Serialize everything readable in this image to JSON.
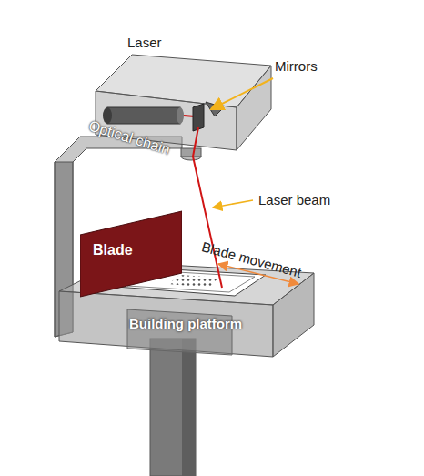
{
  "diagram": {
    "nodes": [
      {
        "text": [
          "Blade"
        ]
      },
      {
        "text": [
          "Building platform"
        ]
      }
    ],
    "labels": [
      "Laser",
      "Mirrors",
      "Optical chain",
      "Laser beam",
      "Blade movement"
    ]
  }
}
